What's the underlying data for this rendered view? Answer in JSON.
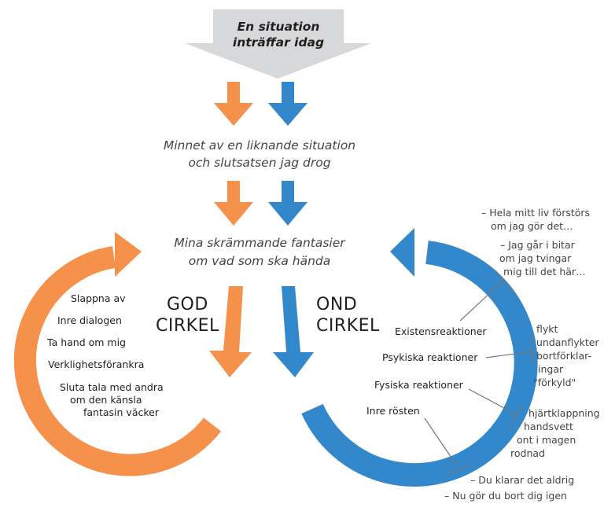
{
  "colors": {
    "orange": "#f5914a",
    "blue": "#3388cc",
    "gray_arrow": "#d6d8da",
    "line": "#777777"
  },
  "top_arrow": {
    "line1": "En situation",
    "line2": "inträffar idag"
  },
  "step1": {
    "line1": "Minnet av en liknande situation",
    "line2": "och slutsatsen jag drog"
  },
  "step2": {
    "line1": "Mina skrämmande fantasier",
    "line2": "om vad som ska hända"
  },
  "good_circle": {
    "title_line1": "GOD",
    "title_line2": "CIRKEL",
    "items": [
      "Slappna av",
      "Inre dialogen",
      "Ta hand om mig",
      "Verklighetsförankra"
    ],
    "last_item": {
      "line1": "Sluta tala med andra",
      "line2": "om den känsla",
      "line3": "fantasin väcker"
    }
  },
  "bad_circle": {
    "title_line1": "OND",
    "title_line2": "CIRKEL",
    "reactions": [
      "Existensreaktioner",
      "Psykiska reaktioner",
      "Fysiska reaktioner",
      "Inre rösten"
    ],
    "existens_notes": {
      "a1": "– Hela mitt liv förstörs",
      "a2": "om jag gör det…",
      "b1": "– Jag går i bitar",
      "b2": "om jag tvingar",
      "b3": "mig till det här…"
    },
    "psykiska_notes": [
      "flykt",
      "undanflykter",
      "bortförklar-",
      "ingar",
      "\"förkyld\""
    ],
    "fysiska_notes": [
      "hjärtklappning",
      "handsvett",
      "ont i magen",
      "rodnad"
    ],
    "inre_notes": [
      "– Du klarar det aldrig",
      "– Nu gör du bort dig igen"
    ]
  }
}
